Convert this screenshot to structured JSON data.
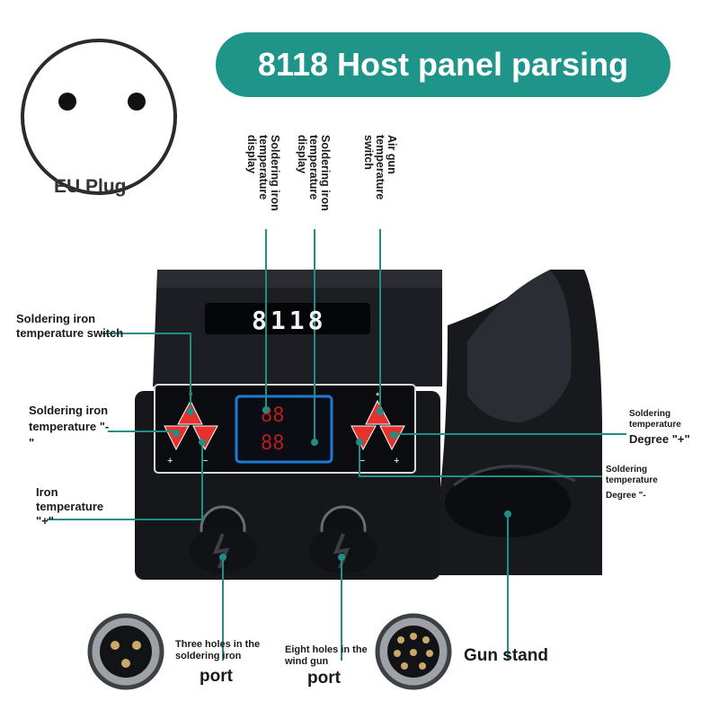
{
  "title": "8118 Host panel parsing",
  "eu_plug_label": "EU Plug",
  "model_display": "8118",
  "button_symbols": {
    "star": "*",
    "plus": "+",
    "minus": "−"
  },
  "labels": {
    "iron_display": "Soldering iron temperature display",
    "iron_display_2": "Soldering iron temperature display",
    "air_gun_switch": "Air gun temperature switch",
    "iron_switch": "Soldering iron temperature switch",
    "iron_minus": "Soldering iron temperature \"-\"",
    "iron_plus": "Iron temperature \"+\"",
    "degree_plus_small": "Soldering temperature",
    "degree_plus_big": "Degree \"+\"",
    "degree_minus_a": "Soldering temperature",
    "degree_minus_b": "Degree \"-",
    "iron_port_small": "Three holes in the soldering iron",
    "iron_port_big": "port",
    "gun_port_small": "Eight holes in the wind gun",
    "gun_port_big": "port",
    "gun_stand": "Gun stand"
  },
  "colors": {
    "accent": "#1f9489",
    "leader": "#1f8f86",
    "button": "#e6322c",
    "display_frame": "#1e78d6",
    "body": "#15171b"
  }
}
